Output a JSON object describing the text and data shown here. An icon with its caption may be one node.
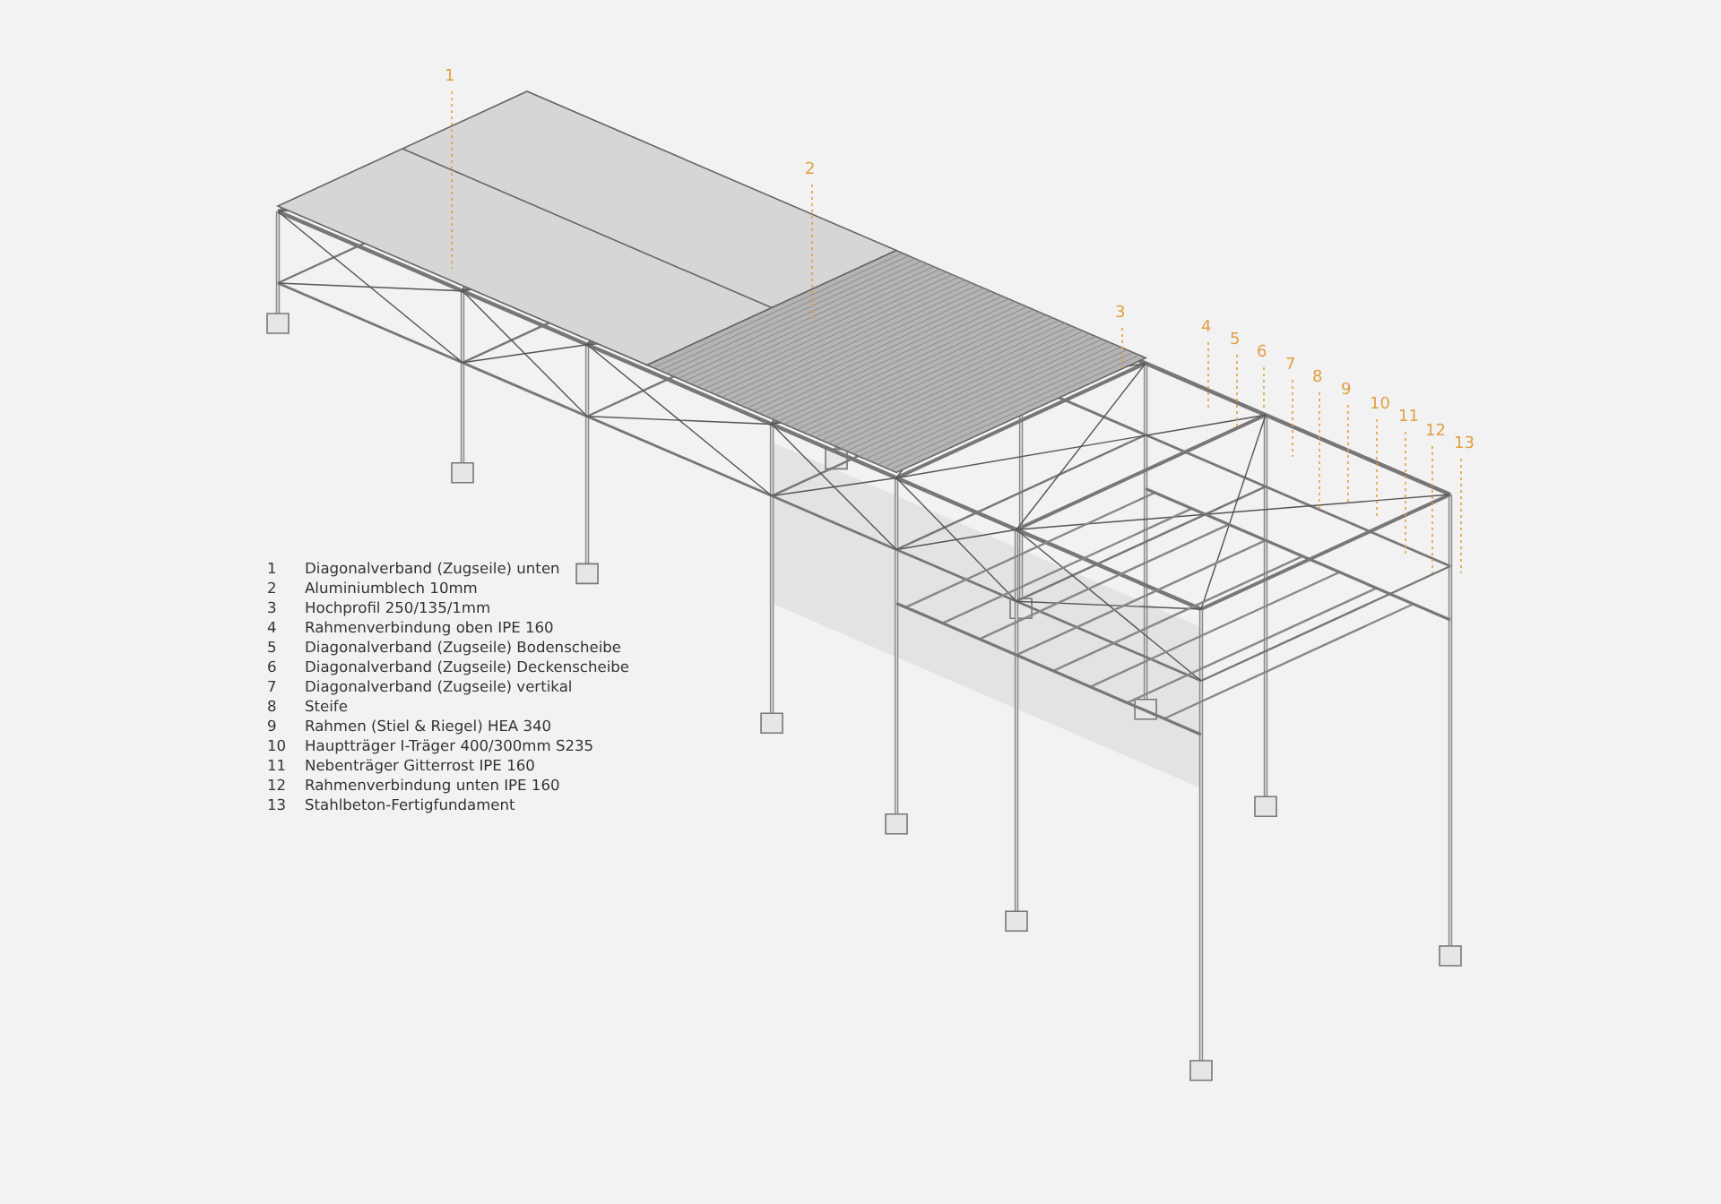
{
  "diagram": {
    "nodes": [
      {
        "text": [
          "1"
        ]
      },
      {
        "text": [
          "2"
        ]
      },
      {
        "text": [
          "3"
        ]
      },
      {
        "text": [
          "4"
        ]
      },
      {
        "text": [
          "5"
        ]
      },
      {
        "text": [
          "6"
        ]
      },
      {
        "text": [
          "7"
        ]
      },
      {
        "text": [
          "8"
        ]
      },
      {
        "text": [
          "9"
        ]
      },
      {
        "text": [
          "10"
        ]
      },
      {
        "text": [
          "11"
        ]
      },
      {
        "text": [
          "12"
        ]
      },
      {
        "text": [
          "13"
        ]
      }
    ],
    "edges": [
      {
        "from": 0,
        "to": null,
        "arrow": "none",
        "style": "dashed"
      },
      {
        "from": 1,
        "to": null,
        "arrow": "none",
        "style": "dashed"
      },
      {
        "from": 2,
        "to": null,
        "arrow": "none",
        "style": "dashed"
      },
      {
        "from": 3,
        "to": null,
        "arrow": "none",
        "style": "dashed"
      },
      {
        "from": 4,
        "to": null,
        "arrow": "none",
        "style": "dashed"
      },
      {
        "from": 5,
        "to": null,
        "arrow": "none",
        "style": "dashed"
      },
      {
        "from": 6,
        "to": null,
        "arrow": "none",
        "style": "dashed"
      },
      {
        "from": 7,
        "to": null,
        "arrow": "none",
        "style": "dashed"
      },
      {
        "from": 8,
        "to": null,
        "arrow": "none",
        "style": "dashed"
      },
      {
        "from": 9,
        "to": null,
        "arrow": "none",
        "style": "dashed"
      },
      {
        "from": 10,
        "to": null,
        "arrow": "none",
        "style": "dashed"
      },
      {
        "from": 11,
        "to": null,
        "arrow": "none",
        "style": "dashed"
      },
      {
        "from": 12,
        "to": null,
        "arrow": "none",
        "style": "dashed"
      }
    ],
    "labels": [
      "1",
      "Diagonalverband (Zugseile) unten",
      "2",
      "Aluminiumblech 10mm",
      "3",
      "Hochprofil 250/135/1mm",
      "4",
      "Rahmenverbindung oben IPE 160",
      "5",
      "Diagonalverband (Zugseile) Bodenscheibe",
      "6",
      "Diagonalverband (Zugseile) Deckenscheibe",
      "7",
      "Diagonalverband (Zugseile) vertikal",
      "8",
      "Steife",
      "9",
      "Rahmen (Stiel & Riegel) HEA 340",
      "10",
      "Hauptträger I-Träger 400/300mm S235",
      "11",
      "Nebenträger Gitterrost IPE 160",
      "12",
      "Rahmenverbindung unten IPE 160",
      "13",
      "Stahlbeton-Fertigfundament"
    ]
  }
}
